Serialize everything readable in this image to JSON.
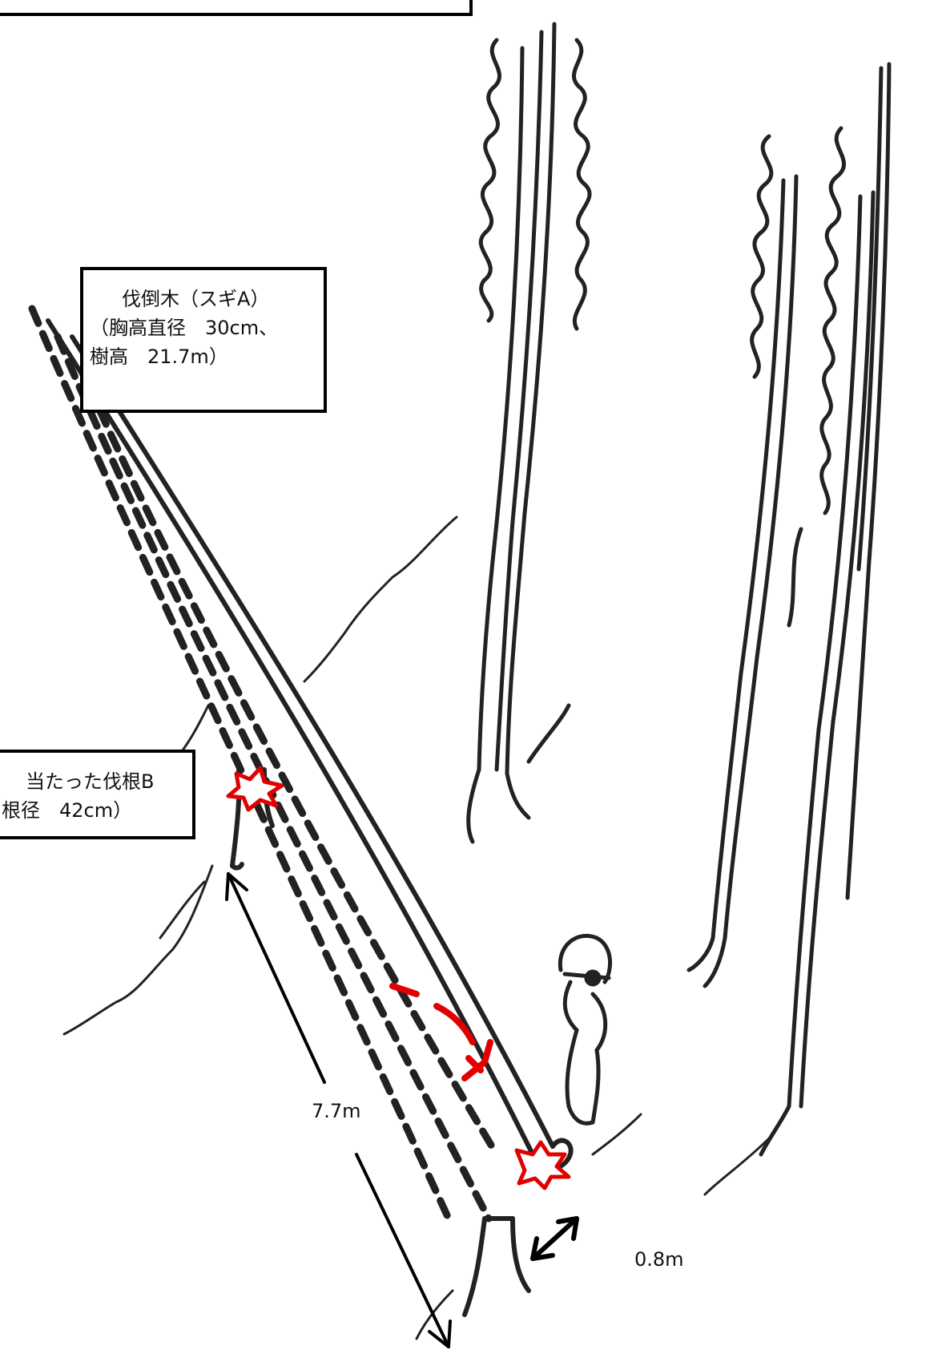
{
  "labels": {
    "felled_tree": {
      "line1": "伐倒木（スギA）",
      "line2": "（胸高直径　30cm、",
      "line3": "樹高　21.7m）"
    },
    "stump_b": {
      "line1": "当たった伐根B",
      "line2": "根径　42cm）"
    }
  },
  "dimensions": {
    "distance_stump_to_stump": "7.7m",
    "distance_worker": "0.8m"
  },
  "colors": {
    "ink": "#111111",
    "impact": "#e10000"
  },
  "icons": [
    "impact-burst-icon",
    "fall-direction-arrow-icon",
    "double-headed-arrow-icon"
  ]
}
